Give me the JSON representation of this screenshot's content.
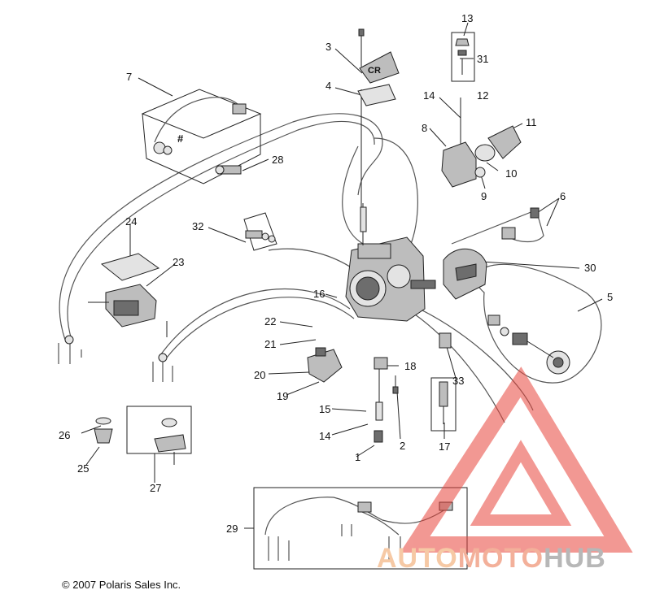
{
  "diagram": {
    "callouts": [
      {
        "n": "1"
      },
      {
        "n": "2"
      },
      {
        "n": "3"
      },
      {
        "n": "4"
      },
      {
        "n": "5"
      },
      {
        "n": "6"
      },
      {
        "n": "7"
      },
      {
        "n": "8"
      },
      {
        "n": "9"
      },
      {
        "n": "10"
      },
      {
        "n": "11"
      },
      {
        "n": "12"
      },
      {
        "n": "13"
      },
      {
        "n": "14"
      },
      {
        "n": "14"
      },
      {
        "n": "15"
      },
      {
        "n": "16"
      },
      {
        "n": "17"
      },
      {
        "n": "18"
      },
      {
        "n": "19"
      },
      {
        "n": "20"
      },
      {
        "n": "21"
      },
      {
        "n": "22"
      },
      {
        "n": "23"
      },
      {
        "n": "24"
      },
      {
        "n": "25"
      },
      {
        "n": "26"
      },
      {
        "n": "27"
      },
      {
        "n": "28"
      },
      {
        "n": "29"
      },
      {
        "n": "30"
      },
      {
        "n": "31"
      },
      {
        "n": "32"
      },
      {
        "n": "33"
      }
    ],
    "hash_mark": "#",
    "cover_mark": "CR"
  },
  "footer": {
    "copyright": "© 2007 Polaris Sales Inc."
  },
  "watermark": {
    "word_part1": "AUTO",
    "word_part2": "MOTO",
    "word_part3": "HUB",
    "color_red": "#e8453c",
    "color_orange": "#f5a623",
    "color_gray": "#a0a0a0"
  }
}
